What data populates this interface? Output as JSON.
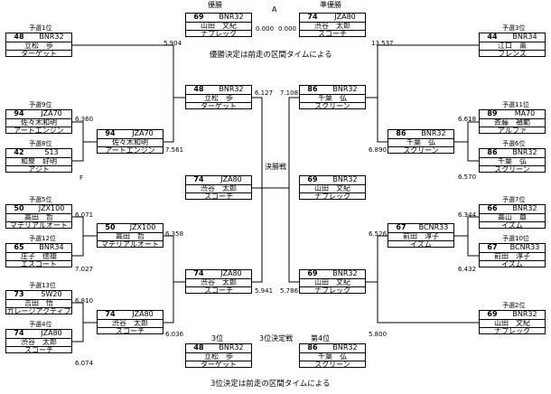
{
  "headings": {
    "winner": "優勝",
    "runner_up": "準優勝",
    "a_mark": "A",
    "f_mark": "F",
    "final_label": "決勝戦",
    "third_label": "3位",
    "fourth_label": "第4位",
    "third_match": "3位決定戦",
    "note_top": "優勝決定は前走の区間タイムによる",
    "note_bottom": "3位決定は前走の区間タイムによる",
    "top_time_left": "0.000",
    "top_time_right": "0.000"
  },
  "cards": [
    {
      "id": "top-winner",
      "label": "",
      "num": "69",
      "car": "BNR32",
      "driver": "山田　文紀",
      "team": "ナプレック"
    },
    {
      "id": "top-runnerup",
      "label": "",
      "num": "74",
      "car": "JZA80",
      "driver": "渋谷　太郎",
      "team": "スコーチ"
    },
    {
      "id": "q1",
      "label": "予選1位",
      "num": "48",
      "car": "BNR32",
      "driver": "立松　歩",
      "team": "ターゲット"
    },
    {
      "id": "q9",
      "label": "予選9位",
      "num": "94",
      "car": "JZA70",
      "driver": "佐々木和明",
      "team": "アートエンジン"
    },
    {
      "id": "q8",
      "label": "予選8位",
      "num": "42",
      "car": "S13",
      "driver": "和泉　好明",
      "team": "アジト"
    },
    {
      "id": "q5",
      "label": "予選5位",
      "num": "50",
      "car": "JZX100",
      "driver": "高田　哲",
      "team": "マテリアルオート"
    },
    {
      "id": "q12",
      "label": "予選12位",
      "num": "65",
      "car": "BNR34",
      "driver": "庄子　徳雄",
      "team": "エスコート"
    },
    {
      "id": "q13",
      "label": "予選13位",
      "num": "73",
      "car": "SW20",
      "driver": "吉田　悟",
      "team": "ガレージアクティブ"
    },
    {
      "id": "q4",
      "label": "予選4位",
      "num": "74",
      "car": "JZA80",
      "driver": "渋谷　太郎",
      "team": "スコーチ"
    },
    {
      "id": "r2-a",
      "label": "",
      "num": "94",
      "car": "JZA70",
      "driver": "佐々木和明",
      "team": "アートエンジン"
    },
    {
      "id": "r2-b",
      "label": "",
      "num": "50",
      "car": "JZX100",
      "driver": "高田　哲",
      "team": "マテリアルオート"
    },
    {
      "id": "r2-c",
      "label": "",
      "num": "74",
      "car": "JZA80",
      "driver": "渋谷　太郎",
      "team": "スコーチ"
    },
    {
      "id": "semi-l1",
      "label": "",
      "num": "48",
      "car": "BNR32",
      "driver": "立松　歩",
      "team": "ターゲット"
    },
    {
      "id": "semi-l2",
      "label": "",
      "num": "74",
      "car": "JZA80",
      "driver": "渋谷　太郎",
      "team": "スコーチ"
    },
    {
      "id": "final-l",
      "label": "",
      "num": "74",
      "car": "JZA80",
      "driver": "渋谷　太郎",
      "team": "スコーチ"
    },
    {
      "id": "final-r",
      "label": "",
      "num": "69",
      "car": "BNR32",
      "driver": "山田　文紀",
      "team": "ナプレック"
    },
    {
      "id": "semi-r1",
      "label": "",
      "num": "86",
      "car": "BNR32",
      "driver": "千葉　弘",
      "team": "スクリーン"
    },
    {
      "id": "semi-r2",
      "label": "",
      "num": "69",
      "car": "BNR32",
      "driver": "山田　文紀",
      "team": "ナプレック"
    },
    {
      "id": "r2-d",
      "label": "",
      "num": "86",
      "car": "BNR32",
      "driver": "千葉　弘",
      "team": "スクリーン"
    },
    {
      "id": "r2-e",
      "label": "",
      "num": "67",
      "car": "BCNR33",
      "driver": "前田　淳子",
      "team": "イズム"
    },
    {
      "id": "q3",
      "label": "予選3位",
      "num": "44",
      "car": "BNR34",
      "driver": "江口　薫",
      "team": "フレンズ"
    },
    {
      "id": "q11",
      "label": "予選11位",
      "num": "89",
      "car": "MA70",
      "driver": "斉藤　禎範",
      "team": "アルファ"
    },
    {
      "id": "q6",
      "label": "予選6位",
      "num": "86",
      "car": "BNR32",
      "driver": "千葉　弘",
      "team": "スクリーン"
    },
    {
      "id": "q7",
      "label": "予選7位",
      "num": "66",
      "car": "BNR32",
      "driver": "高山　章",
      "team": "イズム"
    },
    {
      "id": "q10",
      "label": "予選10位",
      "num": "67",
      "car": "BCNR33",
      "driver": "前田　淳子",
      "team": "イズム"
    },
    {
      "id": "q2",
      "label": "予選2位",
      "num": "69",
      "car": "BNR32",
      "driver": "山田　文紀",
      "team": "ナプレック"
    },
    {
      "id": "third-l",
      "label": "",
      "num": "48",
      "car": "BNR32",
      "driver": "立松　歩",
      "team": "ターゲット"
    },
    {
      "id": "third-r",
      "label": "",
      "num": "86",
      "car": "BNR32",
      "driver": "千葉　弘",
      "team": "スクリーン"
    }
  ],
  "times": [
    {
      "id": "t-q1",
      "value": "5.904"
    },
    {
      "id": "t-q9",
      "value": "6.360"
    },
    {
      "id": "t-r2a",
      "value": "7.561"
    },
    {
      "id": "t-q5",
      "value": "6.071"
    },
    {
      "id": "t-q12",
      "value": "7.027"
    },
    {
      "id": "t-r2b",
      "value": "6.358"
    },
    {
      "id": "t-q13",
      "value": "6.810"
    },
    {
      "id": "t-q4",
      "value": "6.074"
    },
    {
      "id": "t-r2c",
      "value": "6.036"
    },
    {
      "id": "t-semil1",
      "value": "6.127"
    },
    {
      "id": "t-finall",
      "value": "5.941"
    },
    {
      "id": "t-semir1",
      "value": "7.108"
    },
    {
      "id": "t-finalr",
      "value": "5.786"
    },
    {
      "id": "t-q3",
      "value": "13.537"
    },
    {
      "id": "t-q11",
      "value": "6.618"
    },
    {
      "id": "t-r2d",
      "value": "6.890"
    },
    {
      "id": "t-q6",
      "value": "6.570"
    },
    {
      "id": "t-q7",
      "value": "6.344"
    },
    {
      "id": "t-r2e",
      "value": "6.526"
    },
    {
      "id": "t-q10",
      "value": "6.432"
    },
    {
      "id": "t-q2",
      "value": "5.800"
    }
  ]
}
